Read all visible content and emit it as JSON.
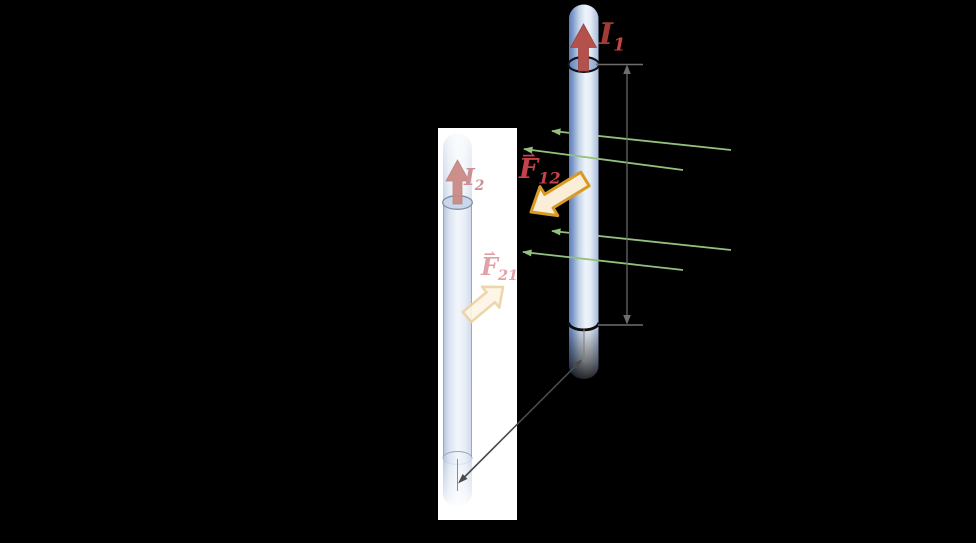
{
  "figure": {
    "background_color": "#000000",
    "panel_color": "#ffffff",
    "labels": {
      "current1": {
        "symbol": "I",
        "sub": "1"
      },
      "current2": {
        "symbol": "I",
        "sub": "2"
      },
      "force12": {
        "hat": "⇀",
        "symbol": "F",
        "sub": "12"
      },
      "force21": {
        "hat": "⇀",
        "symbol": "F",
        "sub": "21"
      }
    },
    "colors": {
      "current_arrow_red": "#b5514d",
      "current1_label_red": "#a23a36",
      "current2_label_pink": "#cb8f94",
      "force12_label_crimson": "#c5414b",
      "force21_label_pink": "#e3a0a8",
      "force_arrow_fill_cream": "#faeed9",
      "force12_arrow_stroke_gold": "#d79a22",
      "force21_arrow_stroke_pale_gold": "#edd3a4",
      "field_line_green": "#93c07c",
      "dimension_gray": "#6e6e6e",
      "distance_arrow_gray": "#4a4a4a",
      "wire_edge_blue": "#5d7fb6",
      "wire_highlight": "#eff4fb"
    }
  }
}
